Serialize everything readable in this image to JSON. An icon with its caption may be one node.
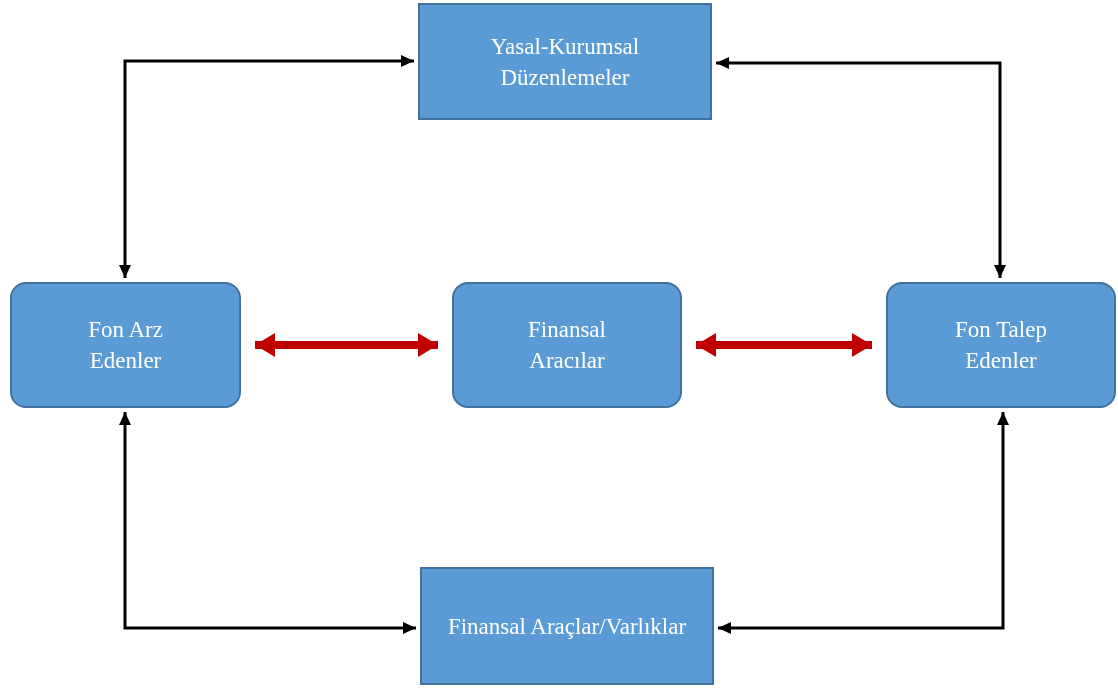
{
  "diagram": {
    "nodes": [
      {
        "text": [
          "Yasal-Kurumsal Düzenlemeler"
        ]
      },
      {
        "text": [
          "Fon Arz Edenler"
        ]
      },
      {
        "text": [
          "Finansal Aracılar"
        ]
      },
      {
        "text": [
          "Fon Talep Edenler"
        ]
      },
      {
        "text": [
          "Finansal Araçlar/Varlıklar"
        ]
      }
    ],
    "edges": [
      {
        "from": 1,
        "to": 0,
        "arrow": "both"
      },
      {
        "from": 0,
        "to": 3,
        "arrow": "both"
      },
      {
        "from": 1,
        "to": 2,
        "arrow": "both",
        "style": "thick",
        "color": "#c00000"
      },
      {
        "from": 2,
        "to": 3,
        "arrow": "both",
        "style": "thick",
        "color": "#c00000"
      },
      {
        "from": 1,
        "to": 4,
        "arrow": "both"
      },
      {
        "from": 4,
        "to": 3,
        "arrow": "both"
      }
    ]
  }
}
